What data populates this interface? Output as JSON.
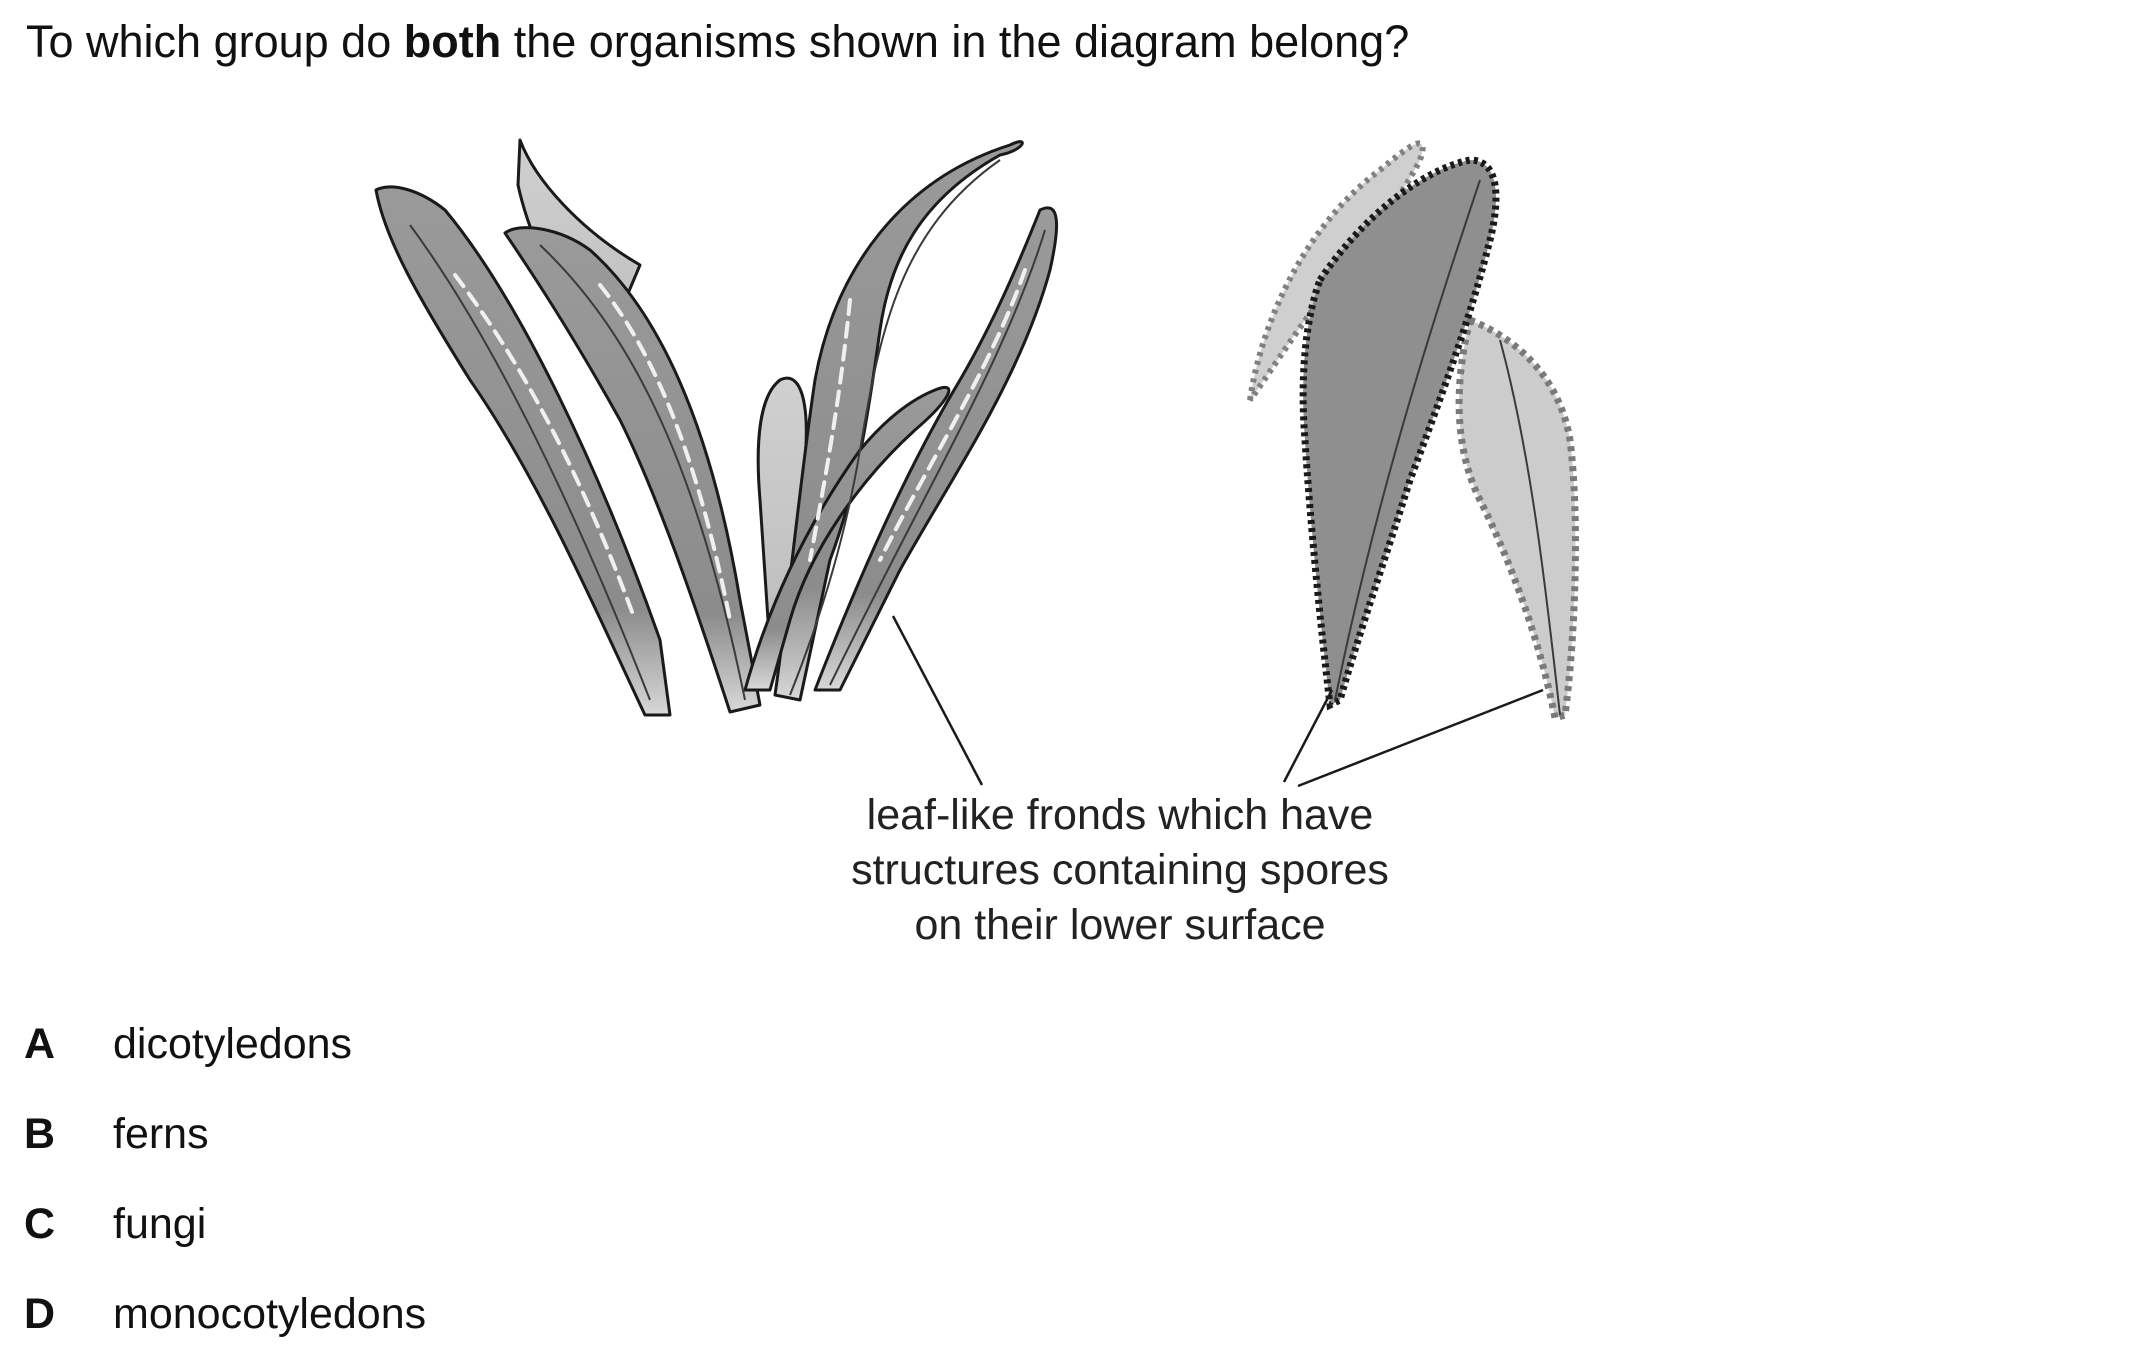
{
  "question": {
    "prefix": "To which group do ",
    "emphasis": "both",
    "suffix": " the organisms shown in the diagram belong?"
  },
  "diagram": {
    "caption_lines": [
      "leaf-like fronds which have",
      "structures containing spores",
      "on their lower surface"
    ],
    "organisms": [
      "strap-fern-icon",
      "feathery-fern-icon"
    ]
  },
  "options": [
    {
      "letter": "A",
      "text": "dicotyledons"
    },
    {
      "letter": "B",
      "text": "ferns"
    },
    {
      "letter": "C",
      "text": "fungi"
    },
    {
      "letter": "D",
      "text": "monocotyledons"
    }
  ]
}
